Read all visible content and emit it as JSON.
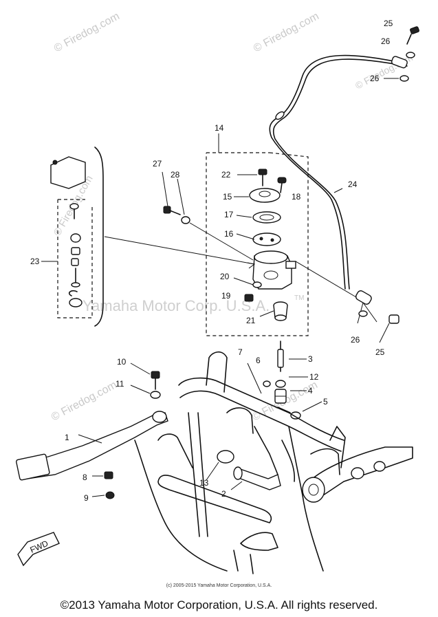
{
  "watermarks": {
    "site": "© Firedog.com",
    "center": "Yamaha Motor Corp. U.S.A.",
    "tm": "TM"
  },
  "part_labels": [
    {
      "id": "p1",
      "text": "1"
    },
    {
      "id": "p2",
      "text": "2"
    },
    {
      "id": "p3",
      "text": "3"
    },
    {
      "id": "p4",
      "text": "4"
    },
    {
      "id": "p5",
      "text": "5"
    },
    {
      "id": "p6",
      "text": "6"
    },
    {
      "id": "p7",
      "text": "7"
    },
    {
      "id": "p8",
      "text": "8"
    },
    {
      "id": "p9",
      "text": "9"
    },
    {
      "id": "p10",
      "text": "10"
    },
    {
      "id": "p11",
      "text": "11"
    },
    {
      "id": "p12",
      "text": "12"
    },
    {
      "id": "p13",
      "text": "13"
    },
    {
      "id": "p14",
      "text": "14"
    },
    {
      "id": "p15",
      "text": "15"
    },
    {
      "id": "p16",
      "text": "16"
    },
    {
      "id": "p17",
      "text": "17"
    },
    {
      "id": "p18",
      "text": "18"
    },
    {
      "id": "p19",
      "text": "19"
    },
    {
      "id": "p20",
      "text": "20"
    },
    {
      "id": "p21",
      "text": "21"
    },
    {
      "id": "p22",
      "text": "22"
    },
    {
      "id": "p23",
      "text": "23"
    },
    {
      "id": "p24",
      "text": "24"
    },
    {
      "id": "p25a",
      "text": "25"
    },
    {
      "id": "p25b",
      "text": "25"
    },
    {
      "id": "p26a",
      "text": "26"
    },
    {
      "id": "p26b",
      "text": "26"
    },
    {
      "id": "p26c",
      "text": "26"
    },
    {
      "id": "p27",
      "text": "27"
    },
    {
      "id": "p28",
      "text": "28"
    }
  ],
  "fwd_label": "FWD",
  "footer": {
    "small": "(c) 2005-2015 Yamaha Motor Corporation, U.S.A.",
    "main": "©2013 Yamaha Motor Corporation, U.S.A. All rights reserved."
  }
}
